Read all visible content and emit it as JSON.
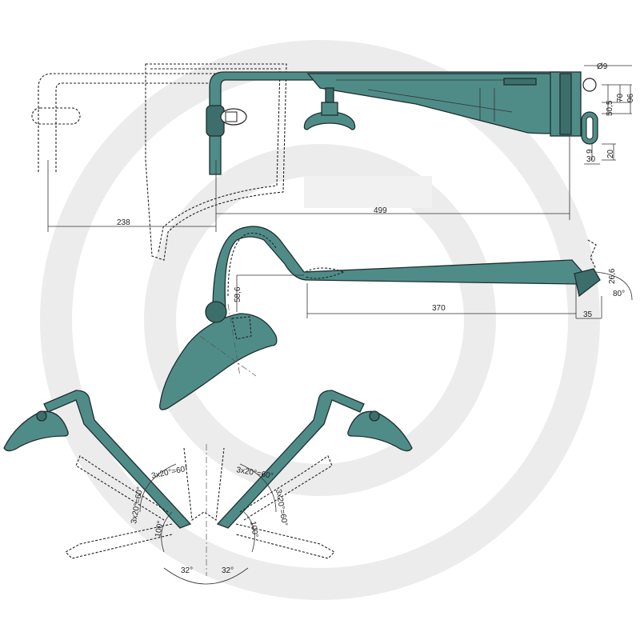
{
  "colors": {
    "part": "#4f8c88",
    "part_dark": "#3c6f6b",
    "line": "#222222",
    "watermark": "#ececec"
  },
  "dimensions": {
    "bore_diameter": "Ø9",
    "height_50_5": "50,5",
    "height_70": "70",
    "height_96": "96",
    "slot_9": "9",
    "width_30": "30",
    "height_20": "20",
    "length_238": "238",
    "length_499": "499",
    "height_58_6": "58,6",
    "length_370": "370",
    "height_26_6": "26,6",
    "width_35": "35",
    "angle_80": "80°",
    "steps_left_top": "3x20°=60°",
    "steps_right_top": "3x20°=60°",
    "steps_left_side": "3x20°=60°",
    "steps_right_side": "3x20°=60°",
    "angle_100_left": "100°",
    "angle_100_right": "100°",
    "angle_32_left": "32°",
    "angle_32_right": "32°"
  }
}
